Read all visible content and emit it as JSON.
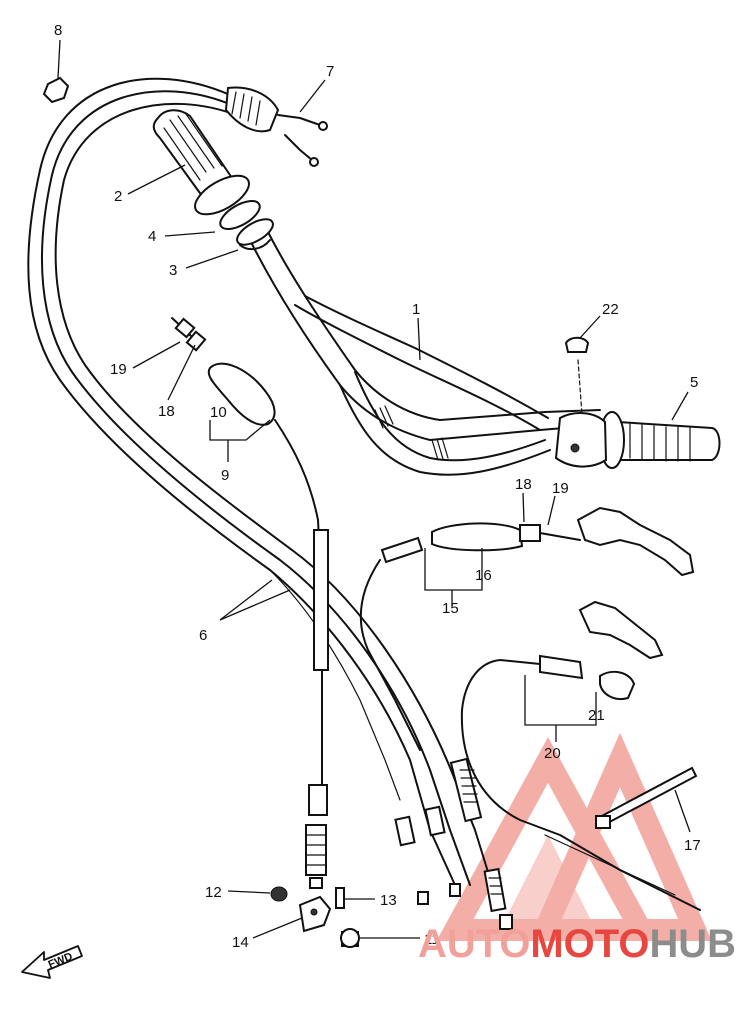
{
  "diagram": {
    "callouts": [
      {
        "id": "c8",
        "text": "8"
      },
      {
        "id": "c7",
        "text": "7"
      },
      {
        "id": "c2",
        "text": "2"
      },
      {
        "id": "c4",
        "text": "4"
      },
      {
        "id": "c3",
        "text": "3"
      },
      {
        "id": "c1",
        "text": "1"
      },
      {
        "id": "c22",
        "text": "22"
      },
      {
        "id": "c5",
        "text": "5"
      },
      {
        "id": "c19a",
        "text": "19"
      },
      {
        "id": "c18a",
        "text": "18"
      },
      {
        "id": "c10",
        "text": "10"
      },
      {
        "id": "c9",
        "text": "9"
      },
      {
        "id": "c18b",
        "text": "18"
      },
      {
        "id": "c19b",
        "text": "19"
      },
      {
        "id": "c16",
        "text": "16"
      },
      {
        "id": "c15",
        "text": "15"
      },
      {
        "id": "c6",
        "text": "6"
      },
      {
        "id": "c21",
        "text": "21"
      },
      {
        "id": "c20",
        "text": "20"
      },
      {
        "id": "c17",
        "text": "17"
      },
      {
        "id": "c12",
        "text": "12"
      },
      {
        "id": "c13",
        "text": "13"
      },
      {
        "id": "c14",
        "text": "14"
      },
      {
        "id": "c11",
        "text": "11"
      }
    ],
    "direction_marker": "FWD",
    "colors": {
      "line": "#111111",
      "logo_red": "#e8473f",
      "logo_light_red": "#f2a09a",
      "logo_gray": "#8c8c8c"
    }
  },
  "watermark": {
    "part1": "AUTO",
    "part2": "MOTO",
    "part3": "HUB"
  }
}
